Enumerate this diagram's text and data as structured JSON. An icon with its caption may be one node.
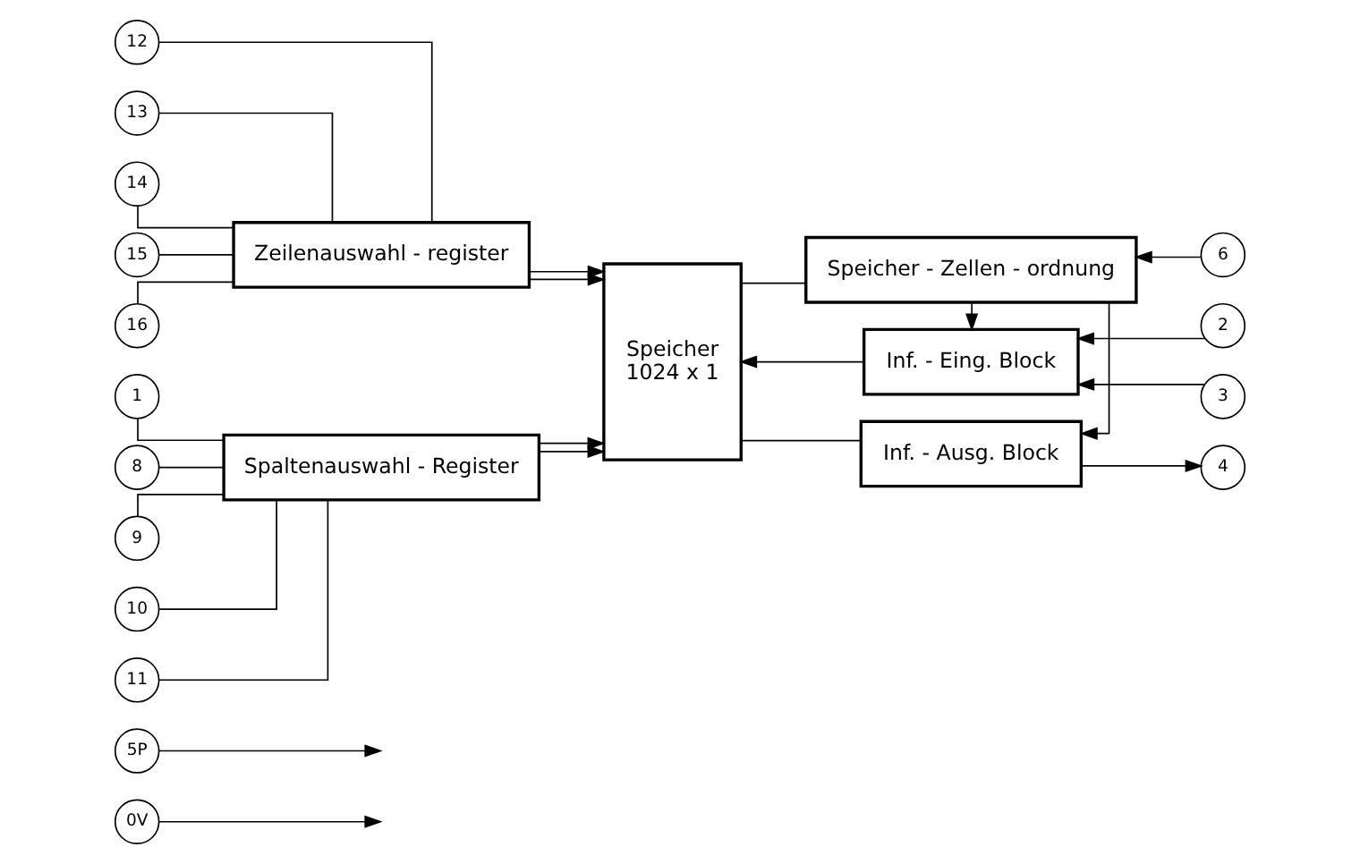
{
  "diagram": {
    "nodes": [
      {
        "text": [
          "0V"
        ]
      },
      {
        "text": [
          "5P"
        ]
      },
      {
        "text": [
          "1"
        ]
      },
      {
        "text": [
          "8"
        ]
      },
      {
        "text": [
          "9"
        ]
      },
      {
        "text": [
          "10"
        ]
      },
      {
        "text": [
          "11"
        ]
      },
      {
        "text": [
          "Spaltenauswahl - Register"
        ]
      },
      {
        "text": [
          "12"
        ]
      },
      {
        "text": [
          "13"
        ]
      },
      {
        "text": [
          "14"
        ]
      },
      {
        "text": [
          "15"
        ]
      },
      {
        "text": [
          "16"
        ]
      },
      {
        "text": [
          "Zeilenauswahl - register"
        ]
      },
      {
        "text": [
          "Speicher",
          "1024 x 1"
        ]
      },
      {
        "text": [
          "2"
        ]
      },
      {
        "text": [
          "Inf. - Eing. Block"
        ]
      },
      {
        "text": [
          "3"
        ]
      },
      {
        "text": [
          "Inf. - Ausg. Block"
        ]
      },
      {
        "text": [
          "4"
        ]
      },
      {
        "text": [
          "Speicher - Zellen - ordnung"
        ]
      },
      {
        "text": [
          "6"
        ]
      }
    ],
    "edges": [
      {
        "from": 0,
        "to": null,
        "arrow": "to"
      },
      {
        "from": 1,
        "to": null,
        "arrow": "to"
      },
      {
        "from": 2,
        "to": 7,
        "arrow": "none"
      },
      {
        "from": 3,
        "to": 7,
        "arrow": "none"
      },
      {
        "from": 4,
        "to": 7,
        "arrow": "none"
      },
      {
        "from": 5,
        "to": 7,
        "arrow": "none"
      },
      {
        "from": 6,
        "to": 7,
        "arrow": "none"
      },
      {
        "from": 7,
        "to": 14,
        "arrow": "to"
      },
      {
        "from": 7,
        "to": 14,
        "arrow": "to"
      },
      {
        "from": 8,
        "to": 13,
        "arrow": "none"
      },
      {
        "from": 9,
        "to": 13,
        "arrow": "none"
      },
      {
        "from": 10,
        "to": 13,
        "arrow": "none"
      },
      {
        "from": 11,
        "to": 13,
        "arrow": "none"
      },
      {
        "from": 12,
        "to": 13,
        "arrow": "none"
      },
      {
        "from": 13,
        "to": 14,
        "arrow": "to"
      },
      {
        "from": 13,
        "to": 14,
        "arrow": "to"
      },
      {
        "from": 16,
        "to": 14,
        "arrow": "to"
      },
      {
        "from": 14,
        "to": 18,
        "arrow": "none"
      },
      {
        "from": 14,
        "to": 20,
        "arrow": "none"
      },
      {
        "from": 15,
        "to": 16,
        "arrow": "to"
      },
      {
        "from": 17,
        "to": 16,
        "arrow": "to"
      },
      {
        "from": 18,
        "to": 19,
        "arrow": "to"
      },
      {
        "from": 21,
        "to": 20,
        "arrow": "to"
      },
      {
        "from": 20,
        "to": 18,
        "arrow": "to"
      },
      {
        "from": 20,
        "to": 16,
        "arrow": "to"
      }
    ]
  }
}
